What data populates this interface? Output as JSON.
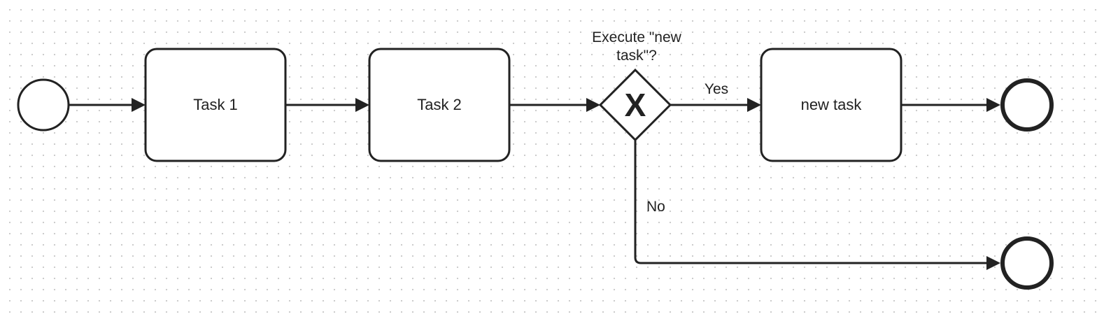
{
  "diagram": {
    "tasks": [
      "Task 1",
      "Task 2",
      "new task"
    ],
    "gateway": {
      "question_line1": "Execute \"new",
      "question_line2": "task\"?",
      "marker": "X"
    },
    "flows": {
      "yes_label": "Yes",
      "no_label": "No"
    },
    "colors": {
      "stroke": "#222222",
      "fill": "#ffffff",
      "grid_dot": "#c9c9c9"
    }
  }
}
